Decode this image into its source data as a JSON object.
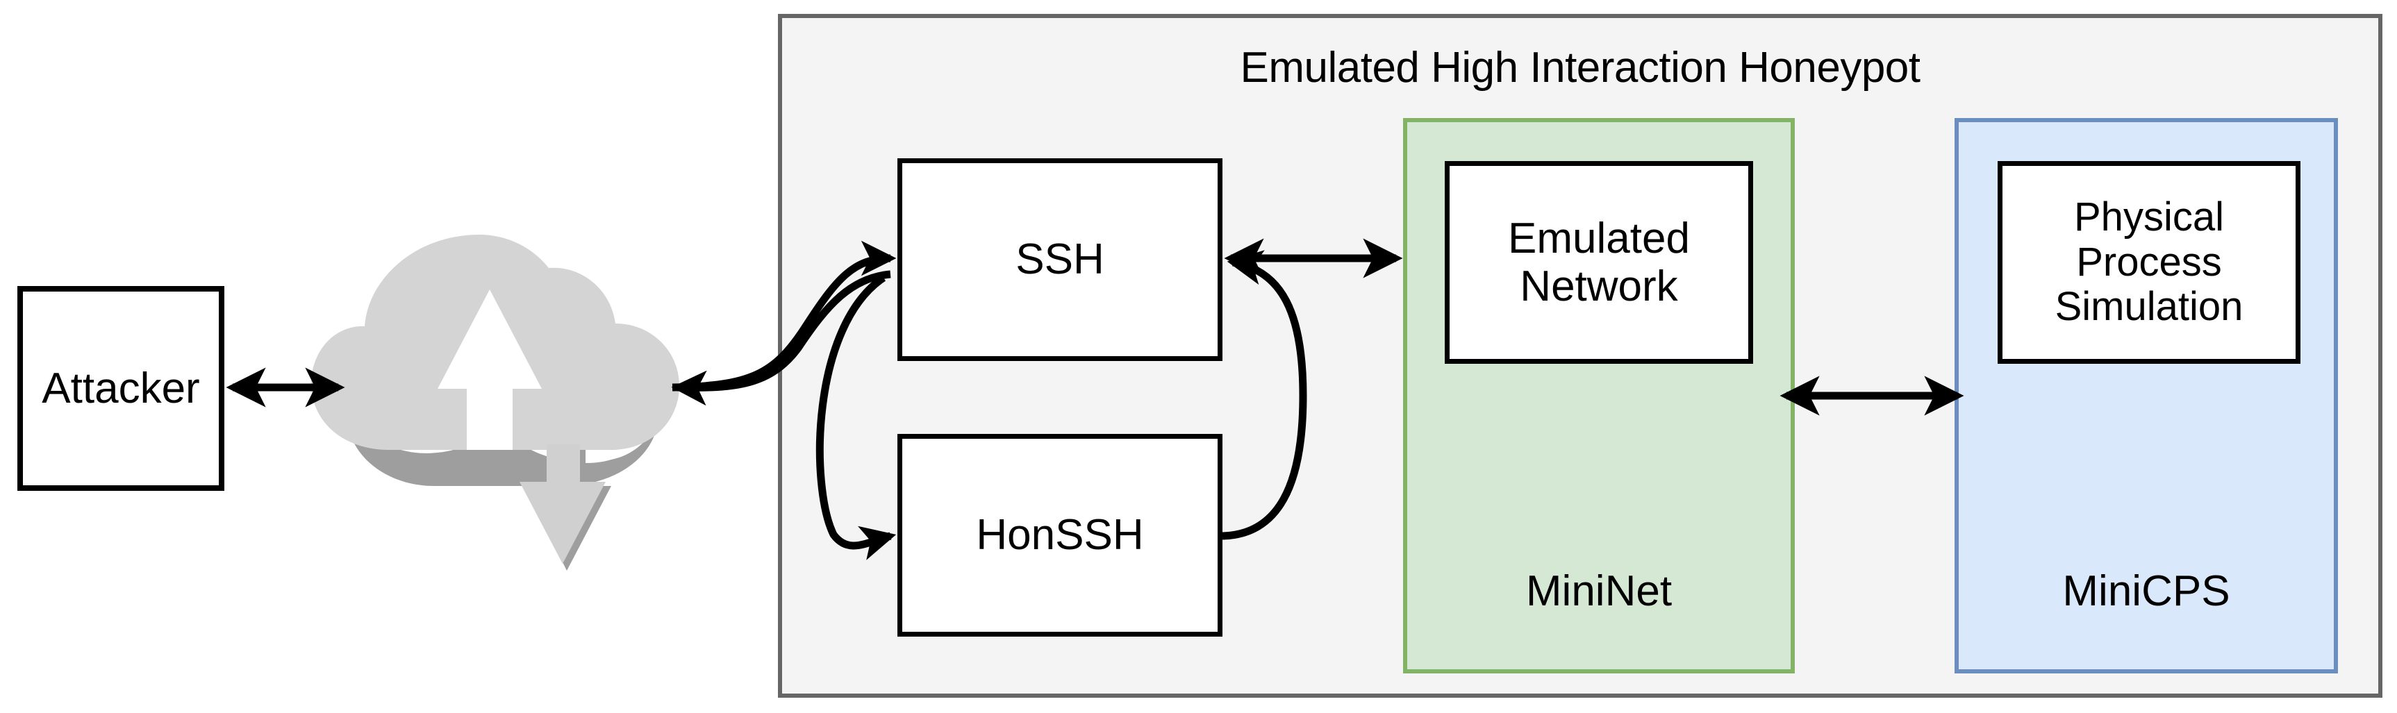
{
  "diagram": {
    "title": "Emulated High Interaction Honeypot",
    "type": "architecture-block-diagram"
  },
  "nodes": {
    "attacker": {
      "label": "Attacker"
    },
    "network_cloud": {
      "icon": "cloud-upload-download-icon"
    },
    "ssh": {
      "label": "SSH"
    },
    "honssh": {
      "label": "HonSSH"
    },
    "emulated_network": {
      "label": "Emulated\nNetwork",
      "line1": "Emulated",
      "line2": "Network"
    },
    "physical_process": {
      "label": "Physical Process Simulation",
      "line1": "Physical",
      "line2": "Process",
      "line3": "Simulation"
    }
  },
  "groups": {
    "honeypot": {
      "label": "Emulated High Interaction Honeypot"
    },
    "mininet": {
      "label": "MiniNet"
    },
    "minicps": {
      "label": "MiniCPS"
    }
  },
  "colors": {
    "honeypot_fill": "#f4f4f4",
    "honeypot_border": "#666666",
    "mininet_fill": "#d5e8d4",
    "mininet_border": "#82b366",
    "minicps_fill": "#dae8fc",
    "minicps_border": "#6c8ebf",
    "cloud_fill": "#d4d4d4",
    "cloud_shadow": "#9e9e9e",
    "node_border": "#000000",
    "node_fill": "#ffffff",
    "arrow": "#000000"
  },
  "edges": [
    {
      "from": "attacker",
      "to": "network_cloud",
      "style": "bidirectional-straight"
    },
    {
      "from": "network_cloud",
      "to": "ssh",
      "style": "curved-arrow"
    },
    {
      "from": "network_cloud",
      "to": "honssh",
      "style": "curved-arrow"
    },
    {
      "from": "honssh",
      "to": "ssh",
      "style": "curved-arrow"
    },
    {
      "from": "ssh",
      "to": "emulated_network",
      "style": "bidirectional-straight"
    },
    {
      "from": "emulated_network",
      "to": "physical_process",
      "style": "bidirectional-straight"
    }
  ]
}
